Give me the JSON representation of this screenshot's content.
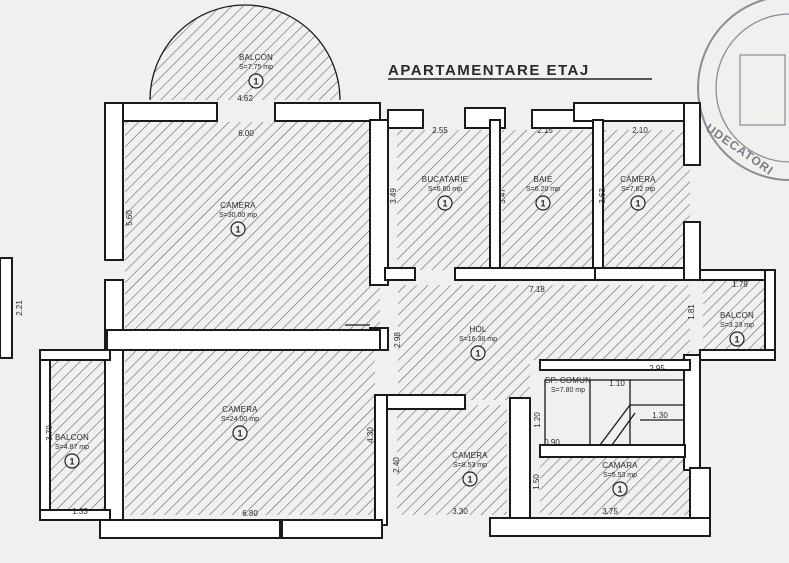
{
  "title": "APARTAMENTARE ETAJ",
  "stamp_text": "UDECATORI",
  "rooms": [
    {
      "name": "BALCON",
      "area": "S=7.75 mp",
      "number": "1"
    },
    {
      "name": "CAMERA",
      "area": "S=30.00 mp",
      "number": "1"
    },
    {
      "name": "BUCATARIE",
      "area": "S=6.60 mp",
      "number": "1"
    },
    {
      "name": "BAIE",
      "area": "S=6.20 mp",
      "number": "1"
    },
    {
      "name": "CAMERA",
      "area": "S=7.62 mp",
      "number": "1"
    },
    {
      "name": "HOL",
      "area": "S=16.38 mp",
      "number": "1"
    },
    {
      "name": "BALCON",
      "area": "S=3.23 mp",
      "number": "1"
    },
    {
      "name": "SP. COMUN",
      "area": "S=7.80 mp",
      "number": ""
    },
    {
      "name": "CAMERA",
      "area": "S=24.00 mp",
      "number": "1"
    },
    {
      "name": "CAMERA",
      "area": "S=8.53 mp",
      "number": "1"
    },
    {
      "name": "CAMARA",
      "area": "S=5.53 mp",
      "number": "1"
    },
    {
      "name": "BALCON",
      "area": "S=4.87 mp",
      "number": "1"
    }
  ],
  "dimensions": [
    "4.62",
    "6.00",
    "2.55",
    "2.15",
    "2.10",
    "5.60",
    "3.49",
    "3.47",
    "3.63",
    "7.18",
    "1.79",
    "1.81",
    "2.21",
    "2.98",
    "2.95",
    "1.10",
    "1.30",
    "1.20",
    "0.90",
    "3.70",
    "4.30",
    "2.40",
    "1.50",
    "1.33",
    "6.80",
    "3.30",
    "3.75"
  ]
}
